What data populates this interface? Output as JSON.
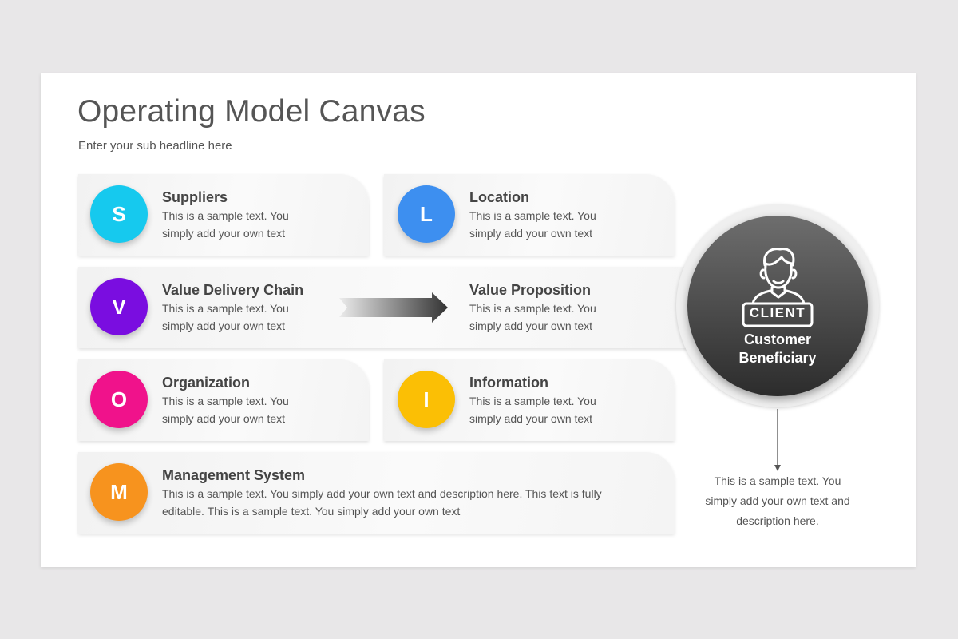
{
  "title": "Operating Model Canvas",
  "subtitle": "Enter your sub headline here",
  "items": [
    {
      "letter": "S",
      "title": "Suppliers",
      "text1": "This is a sample text. You",
      "text2": "simply add your own text",
      "color": "#16c9ee"
    },
    {
      "letter": "L",
      "title": "Location",
      "text1": "This is a sample text. You",
      "text2": "simply add your own text",
      "color": "#3d8ff0"
    },
    {
      "letter": "V",
      "title": "Value Delivery Chain",
      "text1": "This is a sample text. You",
      "text2": "simply add your own text",
      "color": "#7a0de0"
    },
    {
      "letter": "",
      "title": "Value Proposition",
      "text1": "This is a sample text. You",
      "text2": "simply add your own text",
      "color": ""
    },
    {
      "letter": "O",
      "title": "Organization",
      "text1": "This is a sample text. You",
      "text2": "simply add your own text",
      "color": "#f0128b"
    },
    {
      "letter": "I",
      "title": "Information",
      "text1": "This is a sample text. You",
      "text2": "simply add your own text",
      "color": "#fbbf05"
    },
    {
      "letter": "M",
      "title": "Management System",
      "text1": "This is a sample text. You simply add your own text and description here. This text is fully",
      "text2": "editable. This is a sample text. You simply add your own text",
      "color": "#f7931e"
    }
  ],
  "client": {
    "icon_text": "CLIENT",
    "label_line1": "Customer",
    "label_line2": "Beneficiary",
    "desc_line1": "This is a sample text. You",
    "desc_line2": "simply add your own text and",
    "desc_line3": "description here."
  },
  "icons": {
    "arrow": "right-gradient-arrow-icon",
    "client": "client-person-icon",
    "connector": "down-arrow-icon"
  }
}
